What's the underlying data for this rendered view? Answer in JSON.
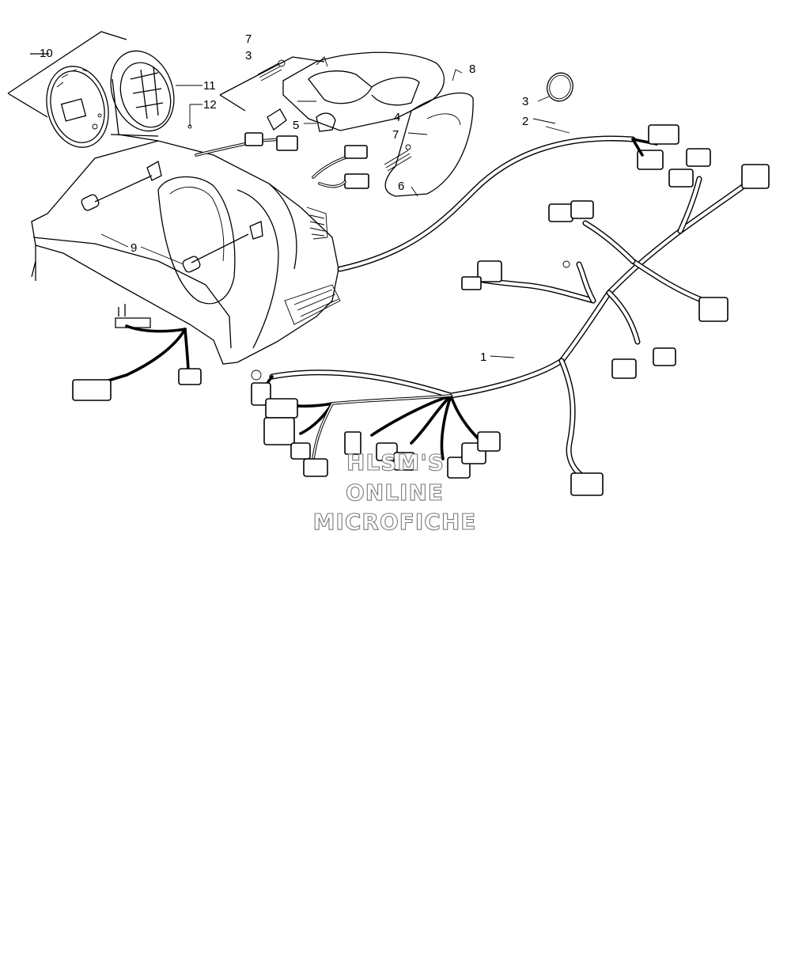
{
  "callouts": {
    "c1": "1",
    "c2": "2",
    "c3a": "3",
    "c3b": "3",
    "c4": "4",
    "c5": "5",
    "c6": "6",
    "c7a": "7",
    "c7b": "7",
    "c8": "8",
    "c9": "9",
    "c10": "10",
    "c11": "11",
    "c12": "12"
  },
  "watermark": {
    "line1": "HLSM'S",
    "line2": "ONLINE",
    "line3": "MICROFICHE"
  }
}
